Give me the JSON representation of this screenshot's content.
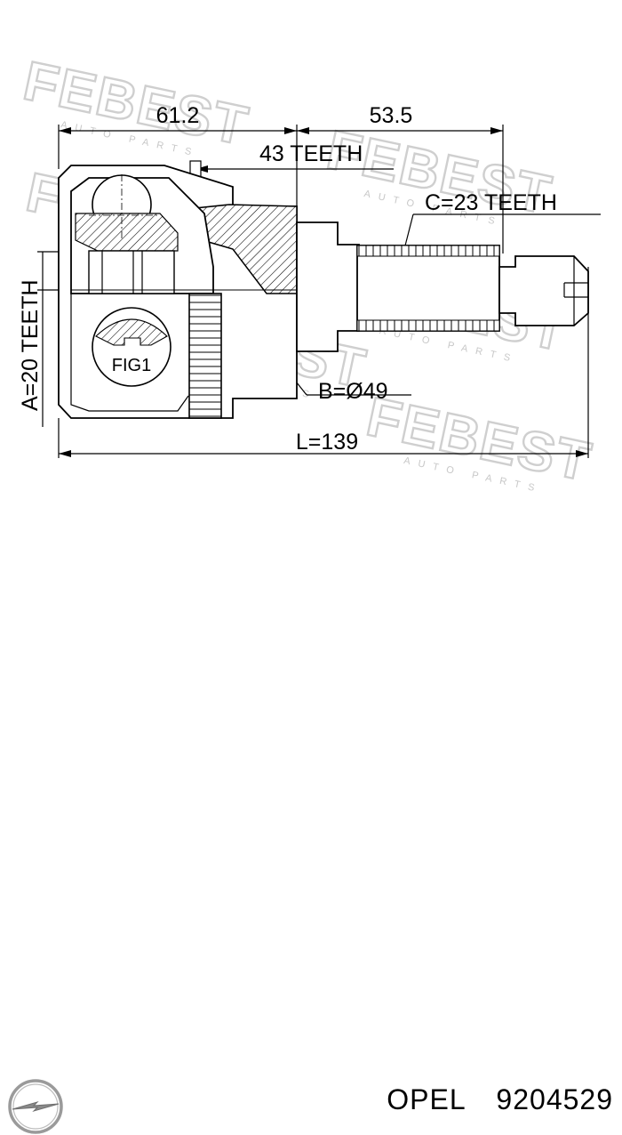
{
  "diagram": {
    "dimensions": {
      "length_left": "61.2",
      "length_right": "53.5",
      "abs_teeth": "43 TEETH",
      "spline_c": "C=23 TEETH",
      "spline_a": "A=20 TEETH",
      "diameter_b": "B=Ø49",
      "total_length": "L=139"
    },
    "figure_label": "FIG1",
    "watermark": {
      "word": "FEBEST",
      "subtext": "AUTO PARTS"
    }
  },
  "footer": {
    "brand": "OPEL",
    "part_number": "9204529",
    "logo_icon": "opel-logo-icon"
  },
  "colors": {
    "line": "#000000",
    "watermark": "#cfcfcf",
    "background": "#ffffff"
  }
}
